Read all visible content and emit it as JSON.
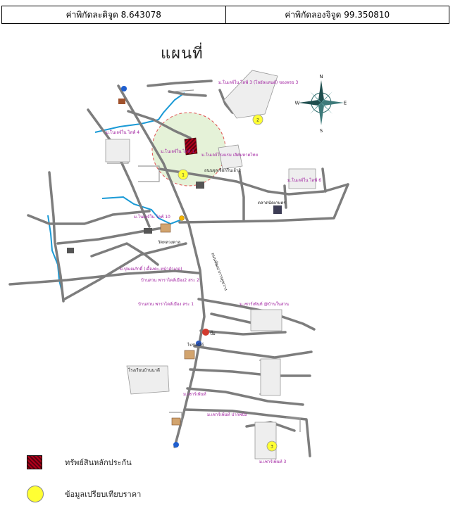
{
  "coordinates": {
    "latitude_label": "ค่าพิกัดละติจูด 8.643078",
    "longitude_label": "ค่าพิกัดลองจิจูด 99.350810"
  },
  "map": {
    "title": "แผนที่",
    "compass": {
      "n": "N",
      "s": "S",
      "e": "E",
      "w": "W"
    },
    "markers": [
      {
        "label": "1",
        "kind": "comparison-data"
      },
      {
        "label": "2",
        "kind": "comparison-data"
      },
      {
        "label": "3",
        "kind": "comparison-data"
      }
    ],
    "labels": {
      "village_3_top": "ม.โนเลจ์ใน ไลฟ์ 3 (โลยัลแลนด์) ของพรธ 3",
      "village_1": "ม.โนเลจ์ใน ไลฟ์ 1",
      "village_center": "ม.โนเลจ์โรงแรม เลิศมหาดไทย",
      "village_6": "ม.โนเลจ์ใน ไลฟ์ 6",
      "village_10": "ม.โนเลจ์ใน ไลฟ์ 10",
      "village_4": "ม.โนเลจ์ใน ไลฟ์ 4",
      "pumpanya_1": "ม.ปุณณภักดิ์ (เอื้องคะ-หน้าอำเภอ)",
      "ban_suan_2": "บ้านสวน พาราไดส์เมือง2 สระ 2",
      "ban_suan_1": "บ้านสวน พาราไดส์เมือง สระ 1",
      "phitthaya_top": "ม.เซาร์เพ้นท์ @บ้านในสวน",
      "phitthaya_mid": "ม.เซาร์เพ้นท์",
      "phitthaya_low": "ม.เซาร์เพ้นท์ ปากพนัง",
      "phitthaya_3": "ม.เซาร์เพ้นท์ 3",
      "market": "ตลาดนัดเกษตร",
      "school": "โรงเรียนบ้านนาดี",
      "road_main": "ถนนพัฒนาการคูขวาง",
      "road_east": "ถนนจุลเจือกรีนเฮ้าส์",
      "temple": "วัดหลวงตาล",
      "post": "ไปรษณีย์",
      "gas": "ปั๊ม"
    }
  },
  "legend": {
    "items": [
      {
        "label": "ทรัพย์สินหลักประกัน",
        "kind": "collateral-hatch"
      },
      {
        "label": "ข้อมูลเปรียบเทียบราคา",
        "kind": "comparison-circle"
      }
    ]
  }
}
